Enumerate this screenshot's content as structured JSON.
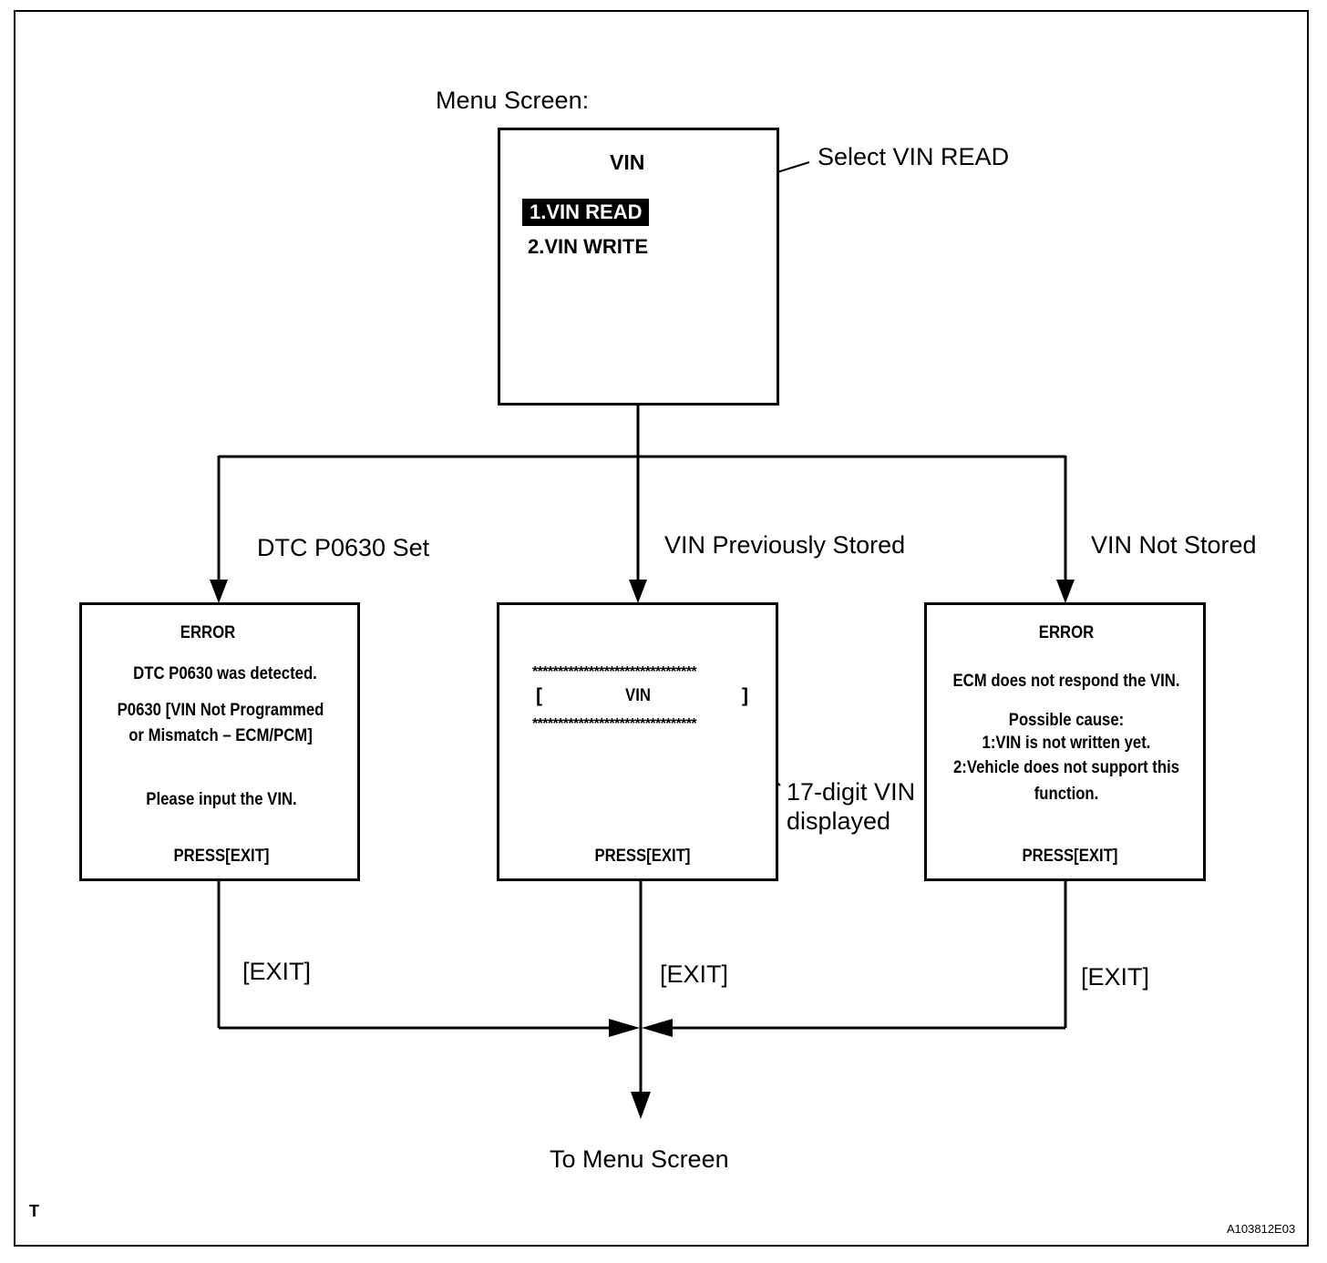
{
  "menu": {
    "caption": "Menu Screen:",
    "title": "VIN",
    "items": [
      "1.VIN READ",
      "2.VIN WRITE"
    ],
    "callout": "Select VIN READ"
  },
  "branches": {
    "left": "DTC P0630 Set",
    "center": "VIN Previously Stored",
    "right": "VIN Not Stored"
  },
  "screens": {
    "left": {
      "title": "ERROR",
      "line1": "DTC P0630 was detected.",
      "line2": "P0630  [VIN Not Programmed",
      "line3": "or Mismatch – ECM/PCM]",
      "line4": "Please input the VIN.",
      "footer": "PRESS[EXIT]"
    },
    "center": {
      "stars_top": "********************************",
      "bracket_open": "[",
      "vin": "VIN",
      "bracket_close": "]",
      "stars_bottom": "********************************",
      "footer": "PRESS[EXIT]",
      "callout_line1": "17-digit VIN",
      "callout_line2": "displayed"
    },
    "right": {
      "title": "ERROR",
      "line1": "ECM does not respond the VIN.",
      "line2": "Possible cause:",
      "line3": "1:VIN is not written yet.",
      "line4": "2:Vehicle does not support this",
      "line5": "function.",
      "footer": "PRESS[EXIT]"
    }
  },
  "exit_labels": {
    "left": "[EXIT]",
    "center": "[EXIT]",
    "right": "[EXIT]"
  },
  "destination": "To Menu Screen",
  "corner_mark": "T",
  "figure_id": "A103812E03"
}
